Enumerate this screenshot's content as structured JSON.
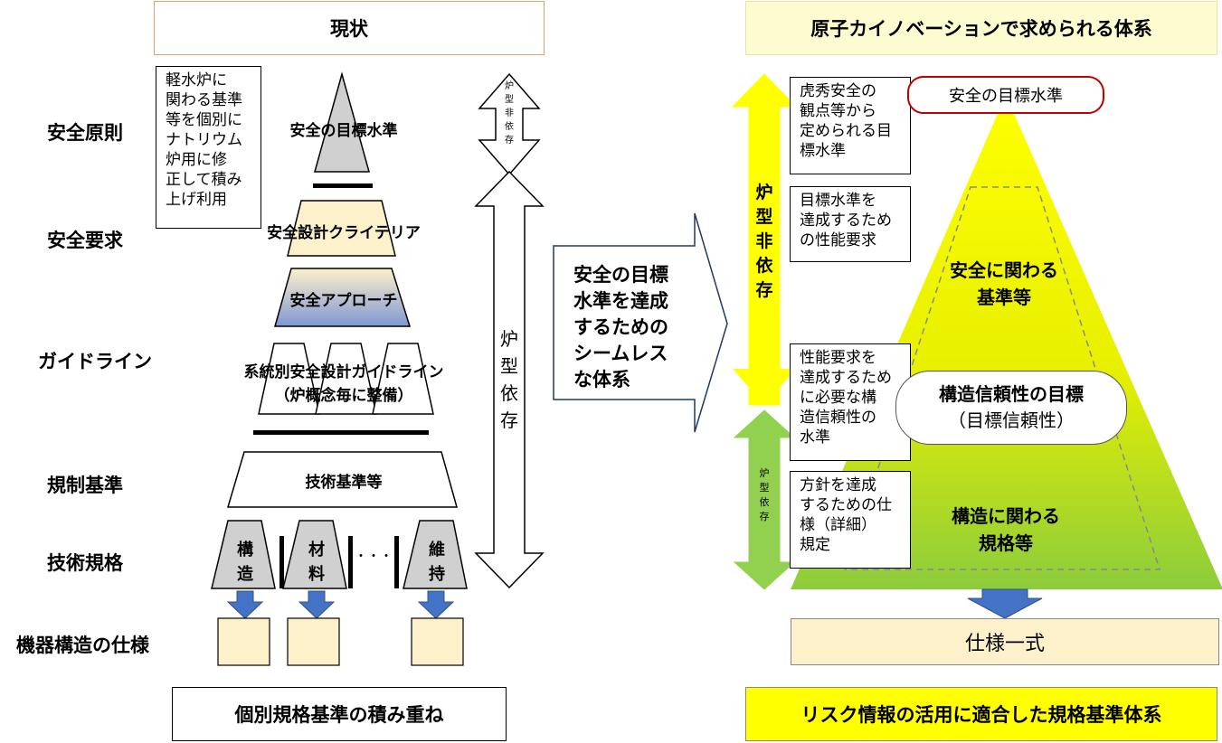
{
  "left": {
    "header": "現状",
    "levels": [
      "安全原則",
      "安全要求",
      "ガイドライン",
      "規制基準",
      "技術規格",
      "機器構造の仕様"
    ],
    "note": [
      "軽水炉に",
      "関わる基準",
      "等を個別に",
      "ナトリウム",
      "炉用に修",
      "正して積み",
      "上げ利用"
    ],
    "pyramid": {
      "goal": "安全の目標水準",
      "criteria": "安全設計クライテリア",
      "approach": "安全アプローチ",
      "guideline_1": "系統別安全設計ガイドライン",
      "guideline_2": "（炉概念毎に整備）",
      "tech": "技術基準等"
    },
    "standards": [
      {
        "chars": [
          "構",
          "造"
        ]
      },
      {
        "chars": [
          "材",
          "料"
        ]
      },
      {
        "chars": [
          "維",
          "持"
        ]
      }
    ],
    "ellipsis": "・・・",
    "small_arrow_label": [
      "炉",
      "型",
      "非",
      "依",
      "存"
    ],
    "big_arrow_label": [
      "炉",
      "型",
      "依",
      "存"
    ],
    "footer": "個別規格基準の積み重ね"
  },
  "middle": {
    "lines": [
      "安全の目標",
      "水準を達成",
      "するための",
      "シームレス",
      "な体系"
    ]
  },
  "right": {
    "header": "原子カイノベーションで求められる体系",
    "arrow_top_label": [
      "炉",
      "型",
      "非",
      "依",
      "存"
    ],
    "arrow_bottom_label": [
      "炉",
      "型",
      "依",
      "存"
    ],
    "boxes": [
      [
        "虎秀安全の",
        "観点等から",
        "定められる目",
        "標水準"
      ],
      [
        "目標水準を",
        "達成するため",
        "の性能要求"
      ],
      [
        "性能要求を",
        "達成するため",
        "に必要な構",
        "造信頼性の",
        "水準"
      ],
      [
        "方針を達成",
        "するための仕",
        "様（詳細）",
        "規定"
      ]
    ],
    "goal": "安全の目標水準",
    "safety_std": [
      "安全に関わる",
      "基準等"
    ],
    "reliability": [
      "構造信頼性の目標",
      "（目標信頼性）"
    ],
    "structural_std": [
      "構造に関わる",
      "規格等"
    ],
    "spec": "仕様一式",
    "footer": "リスク情報の活用に適合した規格基準体系"
  },
  "colors": {
    "header_left_border": "#e4a06a",
    "header_right_bg": "#fdfbd0",
    "cream": "#fdf1cc",
    "yellow": "#ffff00",
    "green": "#92d050",
    "blue_arrow": "#4472c4",
    "red": "#c00000",
    "gray_tri": "#d0d0d0",
    "footer_right_bg": "#ffff00"
  }
}
